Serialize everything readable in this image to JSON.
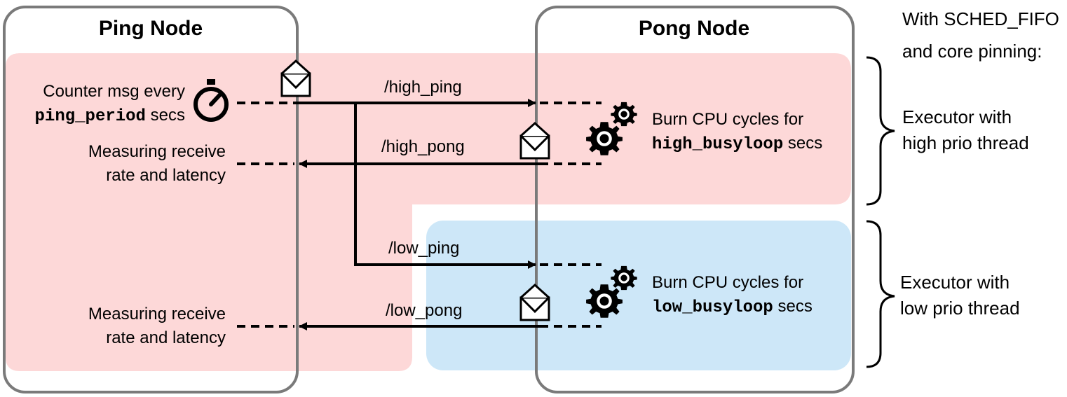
{
  "ping_node": {
    "title": "Ping Node",
    "counter_line1": "Counter msg every",
    "counter_param": "ping_period",
    "counter_unit": "secs",
    "measure_high_line1": "Measuring receive",
    "measure_high_line2": "rate and latency",
    "measure_low_line1": "Measuring receive",
    "measure_low_line2": "rate and latency"
  },
  "pong_node": {
    "title": "Pong Node",
    "burn_high_line1": "Burn CPU cycles for",
    "burn_high_param": "high_busyloop",
    "burn_high_unit": "secs",
    "burn_low_line1": "Burn CPU cycles for",
    "burn_low_param": "low_busyloop",
    "burn_low_unit": "secs"
  },
  "topics": {
    "high_ping": "/high_ping",
    "high_pong": "/high_pong",
    "low_ping": "/low_ping",
    "low_pong": "/low_pong"
  },
  "side_notes": {
    "header_line1": "With SCHED_FIFO",
    "header_line2": "and core pinning:",
    "high_line1": "Executor with",
    "high_line2": "high prio thread",
    "low_line1": "Executor with",
    "low_line2": "low prio thread"
  },
  "colors": {
    "high_region": "#fdd8d8",
    "low_region": "#cde7f8",
    "node_border": "#7a7a7a"
  }
}
